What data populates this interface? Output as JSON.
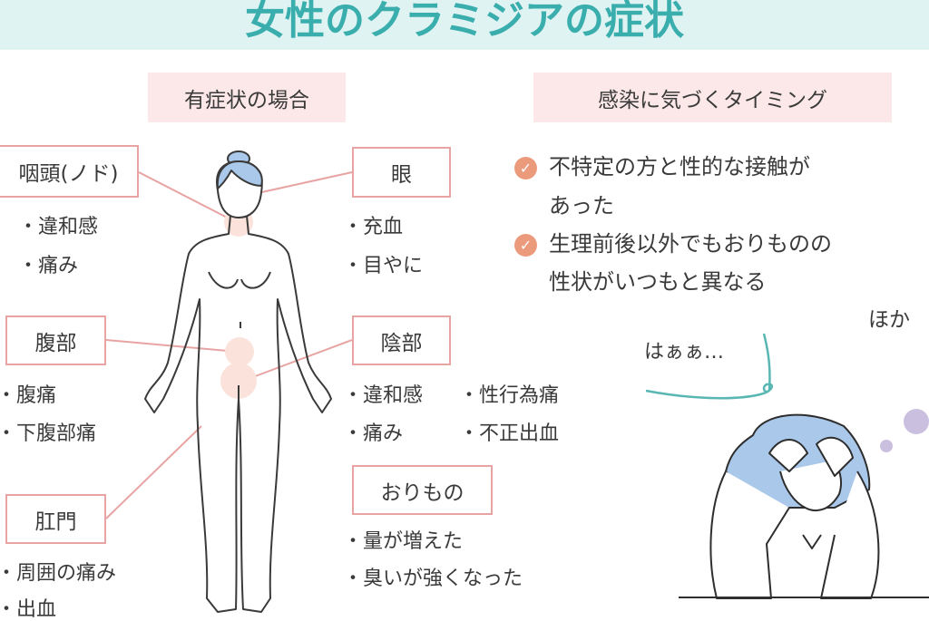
{
  "title": "女性のクラミジアの症状",
  "sections": {
    "symptomatic": "有症状の場合",
    "timing": "感染に気づくタイミング"
  },
  "body_parts": {
    "throat": {
      "label": "咽頭(ノド)",
      "items": [
        "・違和感",
        "・痛み"
      ]
    },
    "eye": {
      "label": "眼",
      "items": [
        "・充血",
        "・目やに"
      ]
    },
    "abdomen": {
      "label": "腹部",
      "items": [
        "・腹痛",
        "・下腹部痛"
      ]
    },
    "genital": {
      "label": "陰部",
      "items": [
        "・違和感",
        "・痛み"
      ],
      "items2": [
        "・性行為痛",
        "・不正出血"
      ]
    },
    "discharge": {
      "label": "おりもの",
      "items": [
        "・量が増えた",
        "・臭いが強くなった"
      ]
    },
    "anus": {
      "label": "肛門",
      "items": [
        "・周囲の痛み",
        "・出血"
      ]
    }
  },
  "timing_items": [
    {
      "lines": [
        "不特定の方と性的な接触が",
        "あった"
      ]
    },
    {
      "lines": [
        "生理前後以外でもおりものの",
        "性状がいつもと異なる"
      ]
    }
  ],
  "others": "ほか",
  "sigh": "はぁぁ…",
  "colors": {
    "teal": "#3aadad",
    "pink_bg": "#fce8e8",
    "pink_border": "#e8a3a3",
    "check": "#ec9a7c",
    "hair": "#a9c8ea"
  }
}
